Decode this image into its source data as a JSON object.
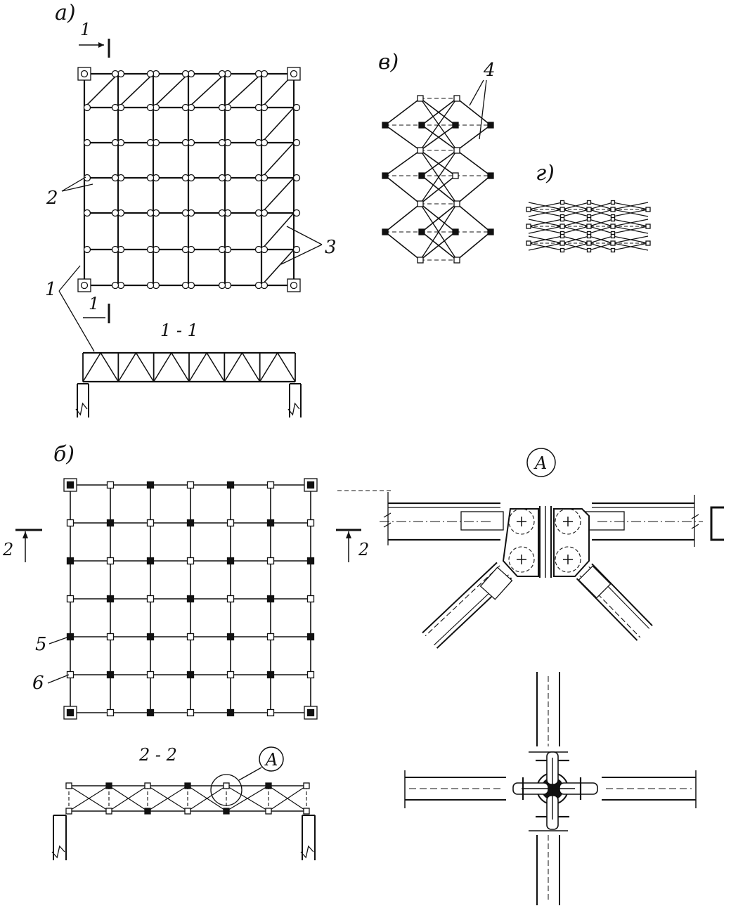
{
  "figure": {
    "labels": {
      "a": "а)",
      "b": "б)",
      "v": "в)",
      "g": "г)",
      "section_1": "1",
      "section_1_1": "1 - 1",
      "section_2": "2",
      "section_2_2": "2 - 2",
      "node_A": "A",
      "callout_1": "1",
      "callout_2": "2",
      "callout_3": "3",
      "callout_4": "4",
      "callout_5": "5",
      "callout_6": "6"
    },
    "colors": {
      "ink": "#111111",
      "paper": "#ffffff"
    }
  }
}
